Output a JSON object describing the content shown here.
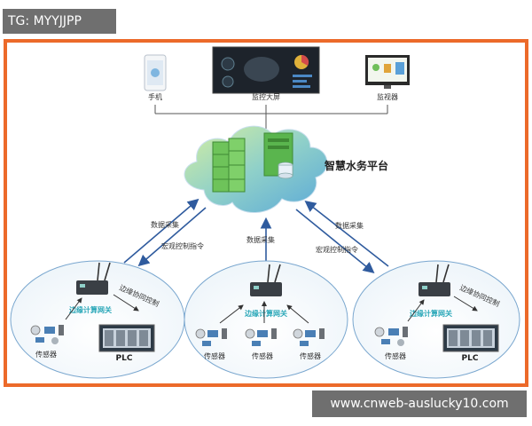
{
  "tag": "TG: MYYJJPP",
  "watermark": "www.cnweb-auslucky10.com",
  "terminals": {
    "phone": "手机",
    "big_screen": "监控大屏",
    "monitor": "监视器"
  },
  "platform": "智慧水务平台",
  "edges": {
    "data_collect": "数据采集",
    "macro_control": "宏观控制指令"
  },
  "edge_nodes": [
    {
      "gateway": "边缘计算网关",
      "edge_control": "边缘协同控制",
      "sensor": "传感器",
      "plc": "PLC"
    },
    {
      "gateway": "边缘计算网关",
      "sensor1": "传感器",
      "sensor2": "传感器",
      "sensor3": "传感器"
    },
    {
      "gateway": "边缘计算网关",
      "edge_control": "边缘协同控制",
      "sensor": "传感器",
      "plc": "PLC"
    }
  ],
  "colors": {
    "frame": "#ec6a2a",
    "arrow": "#2f5b9e",
    "gateway_label": "#2aa7b8"
  }
}
